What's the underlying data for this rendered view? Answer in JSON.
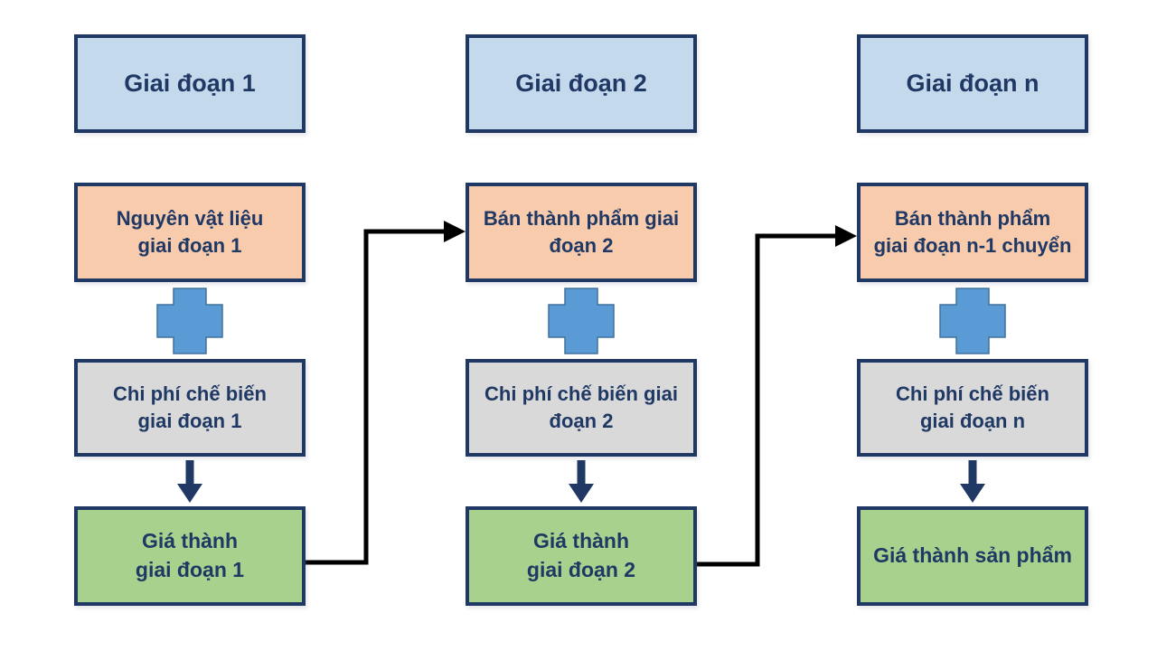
{
  "diagram": {
    "type": "process-costing-flowchart",
    "columns": [
      {
        "header": "Giai đoạn 1",
        "material": "Nguyên vật liệu\ngiai đoạn 1",
        "cost": "Chi phí chế biến\ngiai đoạn 1",
        "result": "Giá thành\ngiai đoạn 1"
      },
      {
        "header": "Giai đoạn 2",
        "material": "Bán thành phẩm giai\nđoạn 2",
        "cost": "Chi phí chế biến giai\nđoạn 2",
        "result": "Giá thành\ngiai đoạn 2"
      },
      {
        "header": "Giai đoạn n",
        "material": "Bán thành phẩm\ngiai đoạn n-1 chuyển",
        "cost": "Chi phí chế biến\ngiai đoạn n",
        "result": "Giá thành sản phẩm"
      }
    ],
    "connectors": [
      {
        "from": "result-stage-1",
        "to": "material-stage-2",
        "style": "elbow-right-up-right-arrow"
      },
      {
        "from": "result-stage-2",
        "to": "material-stage-n",
        "style": "elbow-right-up-right-arrow"
      }
    ],
    "icons": {
      "plus": "plus-icon (blue cross between material box and cost box)",
      "down_arrow": "arrow-down-icon (navy arrow between cost box and result box)"
    },
    "colors": {
      "background": "#FFFFFF",
      "box_border": "#203864",
      "text": "#1F3864",
      "stage_header_fill": "#C5D9ED",
      "material_fill": "#F8CBAD",
      "cost_fill": "#D9D9D9",
      "result_fill": "#A9D18E",
      "plus_fill": "#5B9BD5",
      "plus_border": "#41719C",
      "connector": "#000000"
    }
  }
}
